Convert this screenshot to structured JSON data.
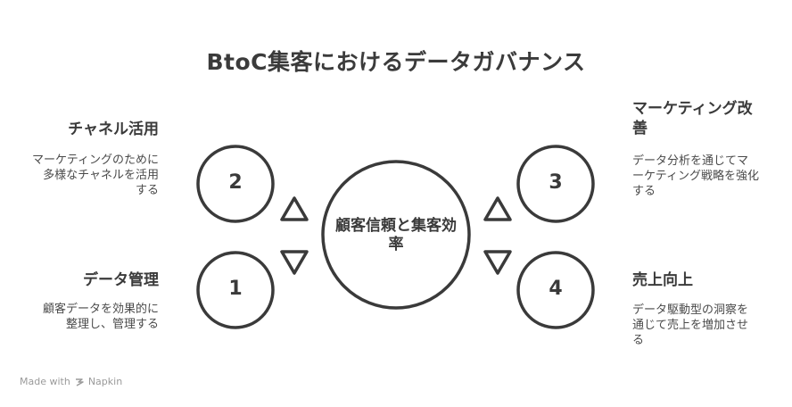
{
  "title": "BtoC集客におけるデータガバナンス",
  "center": {
    "label": "顧客信頼と集客効率"
  },
  "items": [
    {
      "number": "1",
      "heading": "データ管理",
      "description": "顧客データを効果的に整理し、管理する"
    },
    {
      "number": "2",
      "heading": "チャネル活用",
      "description": "マーケティングのために多様なチャネルを活用する"
    },
    {
      "number": "3",
      "heading": "マーケティング改善",
      "description": "データ分析を通じてマーケティング戦略を強化する"
    },
    {
      "number": "4",
      "heading": "売上向上",
      "description": "データ駆動型の洞察を通じて売上を増加させる"
    }
  ],
  "footer": {
    "text": "Made with",
    "brand": "Napkin"
  },
  "colors": {
    "stroke": "#3a3a3a",
    "text": "#3a3a3a",
    "muted": "#9a9a9a"
  }
}
